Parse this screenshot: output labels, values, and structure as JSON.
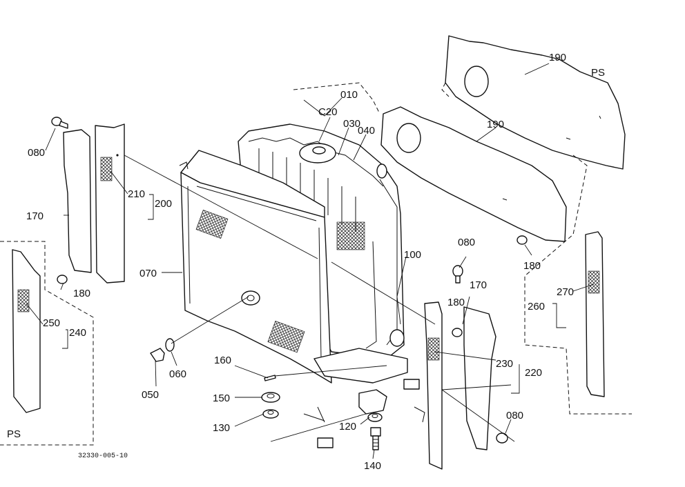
{
  "diagram": {
    "labels": {
      "l010": "010",
      "l020": "C20",
      "l030": "030",
      "l040": "040",
      "l050": "050",
      "l060": "060",
      "l070": "070",
      "l080a": "080",
      "l080b": "080",
      "l080c": "080",
      "l100": "100",
      "l120": "120",
      "l130": "130",
      "l140": "140",
      "l150": "150",
      "l160": "160",
      "l170a": "170",
      "l170b": "170",
      "l180a": "180",
      "l180b": "180",
      "l180c": "180",
      "l190a": "190",
      "l190b": "190",
      "l200": "200",
      "l210": "210",
      "l220": "220",
      "l230": "230",
      "l240": "240",
      "l250": "250",
      "l260": "260",
      "l270": "270",
      "ps1": "PS",
      "ps2": "PS"
    },
    "figure_code": "32330-005-10"
  }
}
